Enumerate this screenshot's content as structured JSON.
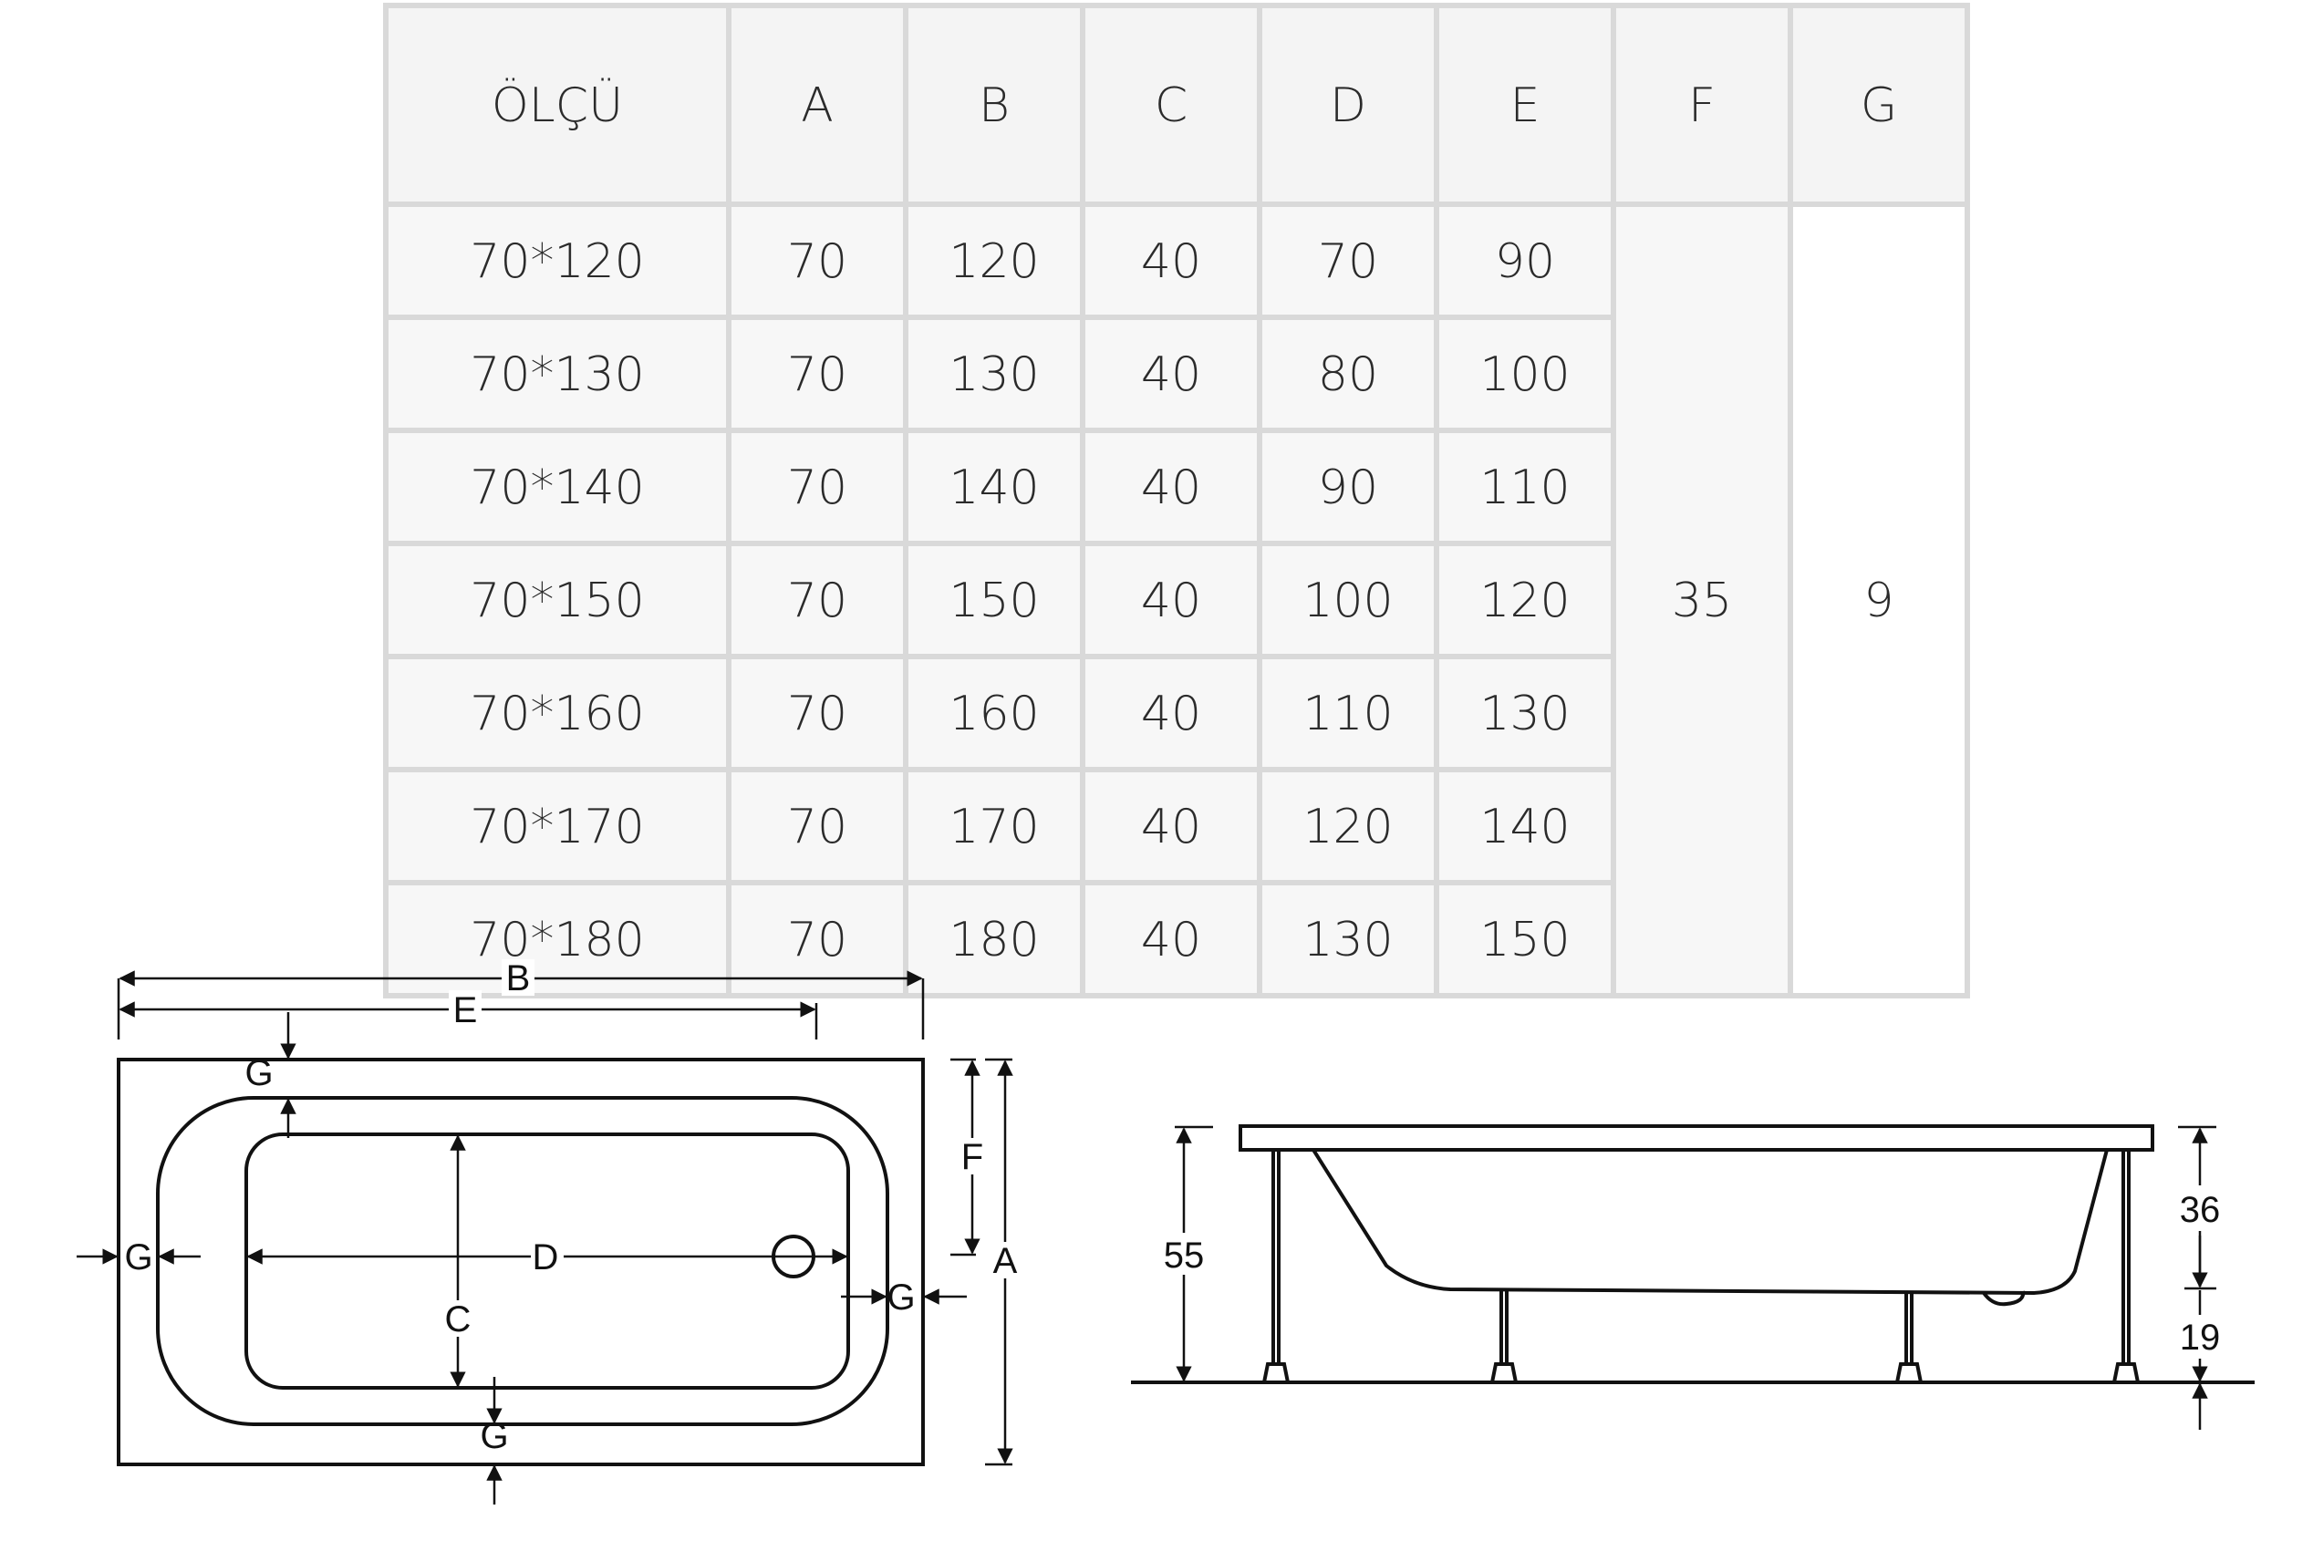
{
  "table": {
    "headers": [
      "ÖLÇÜ",
      "A",
      "B",
      "C",
      "D",
      "E",
      "F",
      "G"
    ],
    "rows": [
      [
        "70*120",
        "70",
        "120",
        "40",
        "70",
        "90"
      ],
      [
        "70*130",
        "70",
        "130",
        "40",
        "80",
        "100"
      ],
      [
        "70*140",
        "70",
        "140",
        "40",
        "90",
        "110"
      ],
      [
        "70*150",
        "70",
        "150",
        "40",
        "100",
        "120"
      ],
      [
        "70*160",
        "70",
        "160",
        "40",
        "110",
        "130"
      ],
      [
        "70*170",
        "70",
        "170",
        "40",
        "120",
        "140"
      ],
      [
        "70*180",
        "70",
        "180",
        "40",
        "130",
        "150"
      ]
    ],
    "merged_F": "35",
    "merged_G": "9"
  },
  "plan_view": {
    "label_B": "B",
    "label_E": "E",
    "label_G_top": "G",
    "label_G_left": "G",
    "label_G_right": "G",
    "label_G_bottom": "G",
    "label_D": "D",
    "label_C": "C",
    "label_F": "F",
    "label_A": "A"
  },
  "side_view": {
    "label_height_total": "55",
    "label_height_tub": "36",
    "label_height_leg": "19"
  },
  "colors": {
    "grid": "#d9d9d9",
    "header_bg": "#f4f4f4",
    "cell_bg": "#f7f7f7",
    "line": "#111111"
  }
}
